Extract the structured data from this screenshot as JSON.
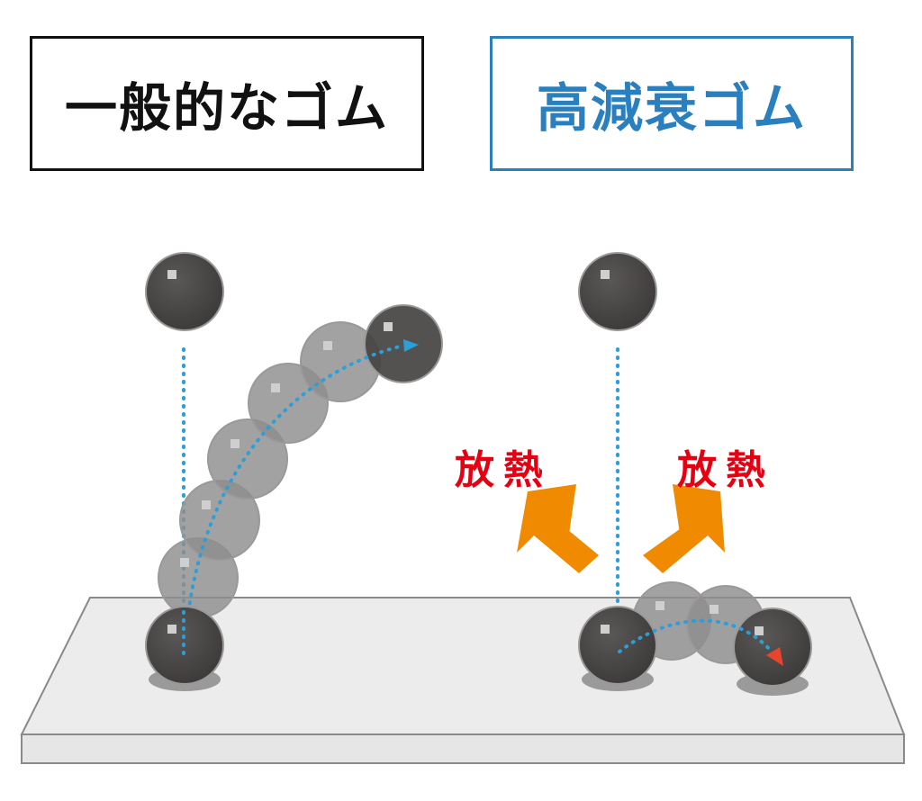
{
  "labels": {
    "left_title": "一般的なゴム",
    "right_title": "高減衰ゴム",
    "heat_left": "放熱",
    "heat_right": "放熱"
  },
  "colors": {
    "left_border": "#111111",
    "right_border": "#2a7fbf",
    "ball": "#454242",
    "ball_ghost": "#8f8d8d",
    "path_dots": "#2a9fd8",
    "arrow_orange": "#f08a00",
    "heat_text": "#e60012",
    "end_arrow_red": "#e8452c",
    "platform_top": "#ececec",
    "platform_edge": "#8a8a8a"
  },
  "icons": {
    "ball": "sphere-icon",
    "heat_arrow": "arrow-up-icon"
  }
}
